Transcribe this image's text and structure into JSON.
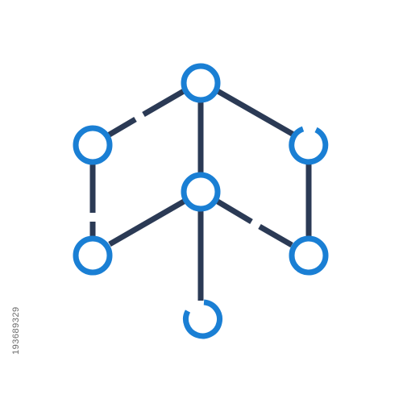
{
  "icon": {
    "name": "network-cube-icon",
    "colors": {
      "edge": "#2b3a55",
      "node": "#1a7fd4",
      "background": "#ffffff"
    },
    "nodes": [
      {
        "id": "top"
      },
      {
        "id": "upper-left"
      },
      {
        "id": "upper-right"
      },
      {
        "id": "center"
      },
      {
        "id": "lower-left"
      },
      {
        "id": "lower-right"
      },
      {
        "id": "bottom"
      }
    ]
  },
  "watermark": {
    "image_id": "193689329"
  }
}
